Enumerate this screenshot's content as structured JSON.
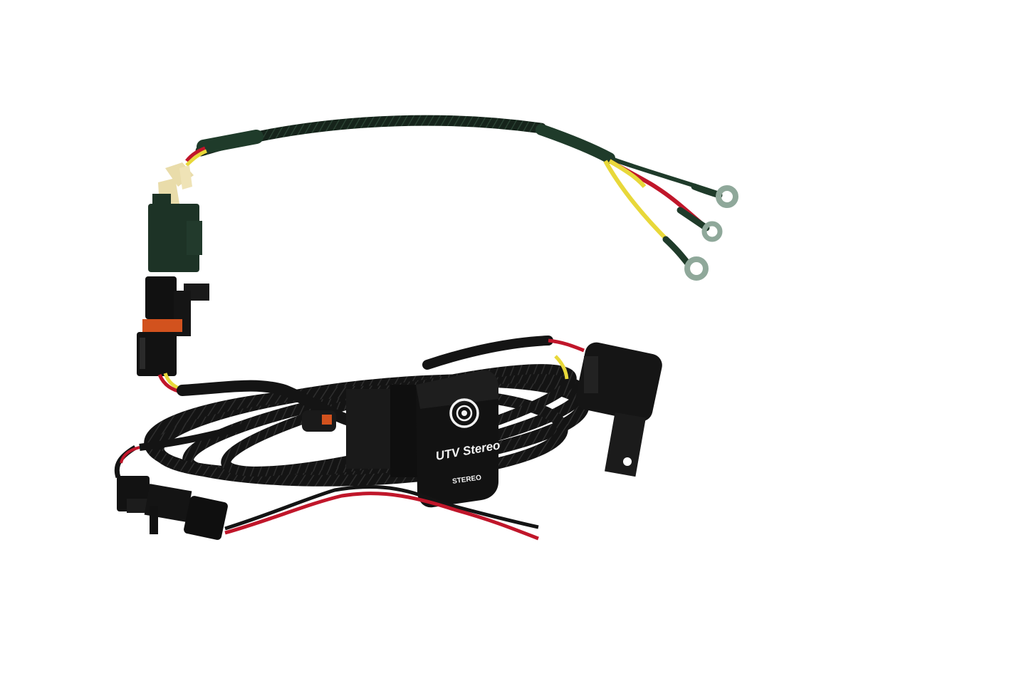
{
  "photo": {
    "subject": "wiring-harness-with-rocker-switch",
    "switch": {
      "brand_text": "UTV Stereo",
      "label_text": "STEREO",
      "icon": "speaker-icon"
    },
    "colors": {
      "background": "#ffffff",
      "braided_sleeve": "#141414",
      "green_wire": "#1f3b2a",
      "red_wire": "#c0162a",
      "yellow_wire": "#e8d83a",
      "orange_seal": "#d2521e",
      "ring_terminal": "#8fa89a",
      "switch_body": "#121212"
    }
  }
}
